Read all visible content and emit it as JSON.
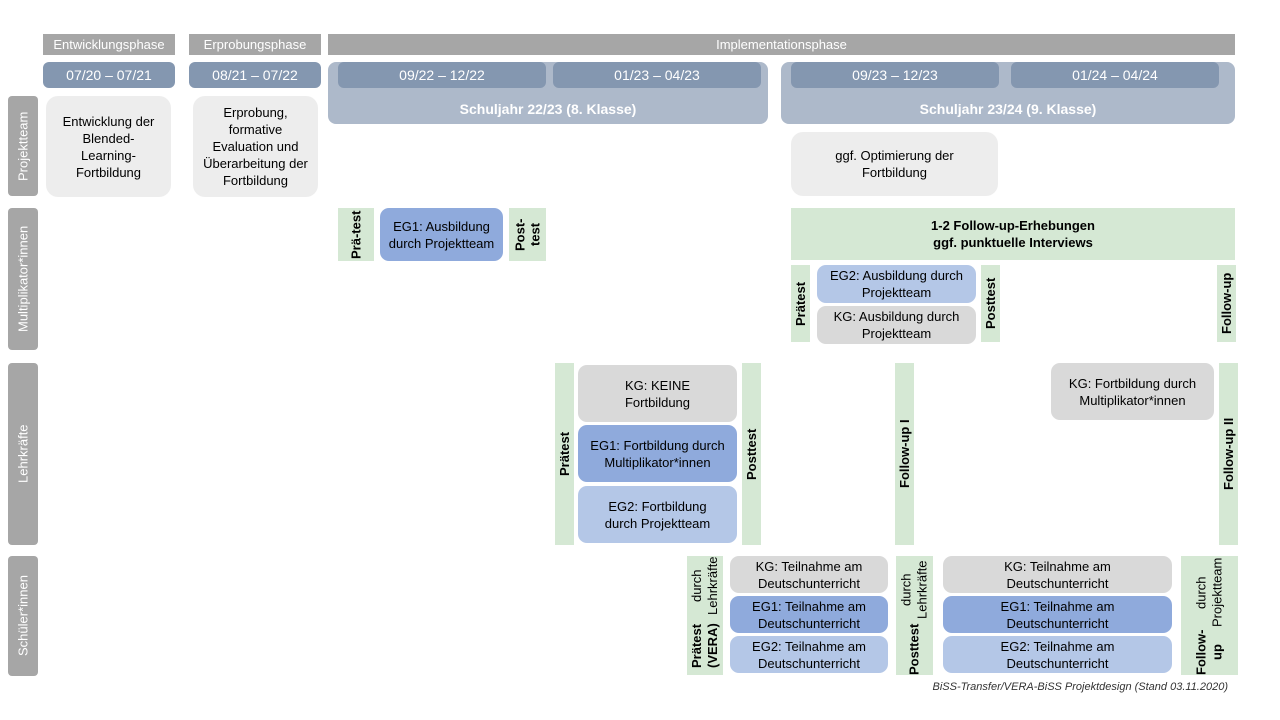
{
  "phases": {
    "entwicklung": "Entwicklungsphase",
    "erprobung": "Erprobungsphase",
    "implementation": "Implementationsphase"
  },
  "dates": [
    "07/20 – 07/21",
    "08/21 – 07/22",
    "09/22 – 12/22",
    "01/23 – 04/23",
    "09/23 – 12/23",
    "01/24 – 04/24"
  ],
  "school_years": [
    "Schuljahr 22/23 (8. Klasse)",
    "Schuljahr 23/24 (9. Klasse)"
  ],
  "rows": [
    "Projektteam",
    "Multiplikator*innen",
    "Lehrkräfte",
    "Schüler*innen"
  ],
  "projektteam": [
    "Entwicklung der Blended-Learning-Fortbildung",
    "Erprobung, formative Evaluation und Überarbeitung der Fortbildung",
    "ggf. Optimierung der Fortbildung"
  ],
  "multi": {
    "praetest1": "Prä-test",
    "eg1": "EG1: Ausbildung durch Projektteam",
    "posttest1": "Post-test",
    "followup_line1": "1-2 Follow-up-Erhebungen",
    "followup_line2": "ggf. punktuelle Interviews",
    "praetest2": "Prätest",
    "eg2": "EG2: Ausbildung durch Projektteam",
    "kg": "KG: Ausbildung durch Projektteam",
    "posttest2": "Posttest",
    "followup": "Follow-up"
  },
  "lehr": {
    "praetest": "Prätest",
    "kg": "KG: KEINE Fortbildung",
    "eg1": "EG1: Fortbildung durch Multiplikator*innen",
    "eg2": "EG2: Fortbildung durch Projektteam",
    "posttest": "Posttest",
    "followup1": "Follow-up I",
    "kg2": "KG: Fortbildung durch Multiplikator*innen",
    "followup2": "Follow-up II"
  },
  "schueler": {
    "praetest": "Prätest (VERA)",
    "praetest_sub": "durch Lehrkräfte",
    "kg": "KG: Teilnahme am Deutschunterricht",
    "eg1": "EG1: Teilnahme am Deutschunterricht",
    "eg2": "EG2: Teilnahme am Deutschunterricht",
    "posttest": "Posttest",
    "posttest_sub": "durch Lehrkräfte",
    "followup": "Follow-up",
    "followup_sub": "durch Projektteam"
  },
  "footer": "BiSS-Transfer/VERA-BiSS Projektdesign (Stand 03.11.2020)"
}
